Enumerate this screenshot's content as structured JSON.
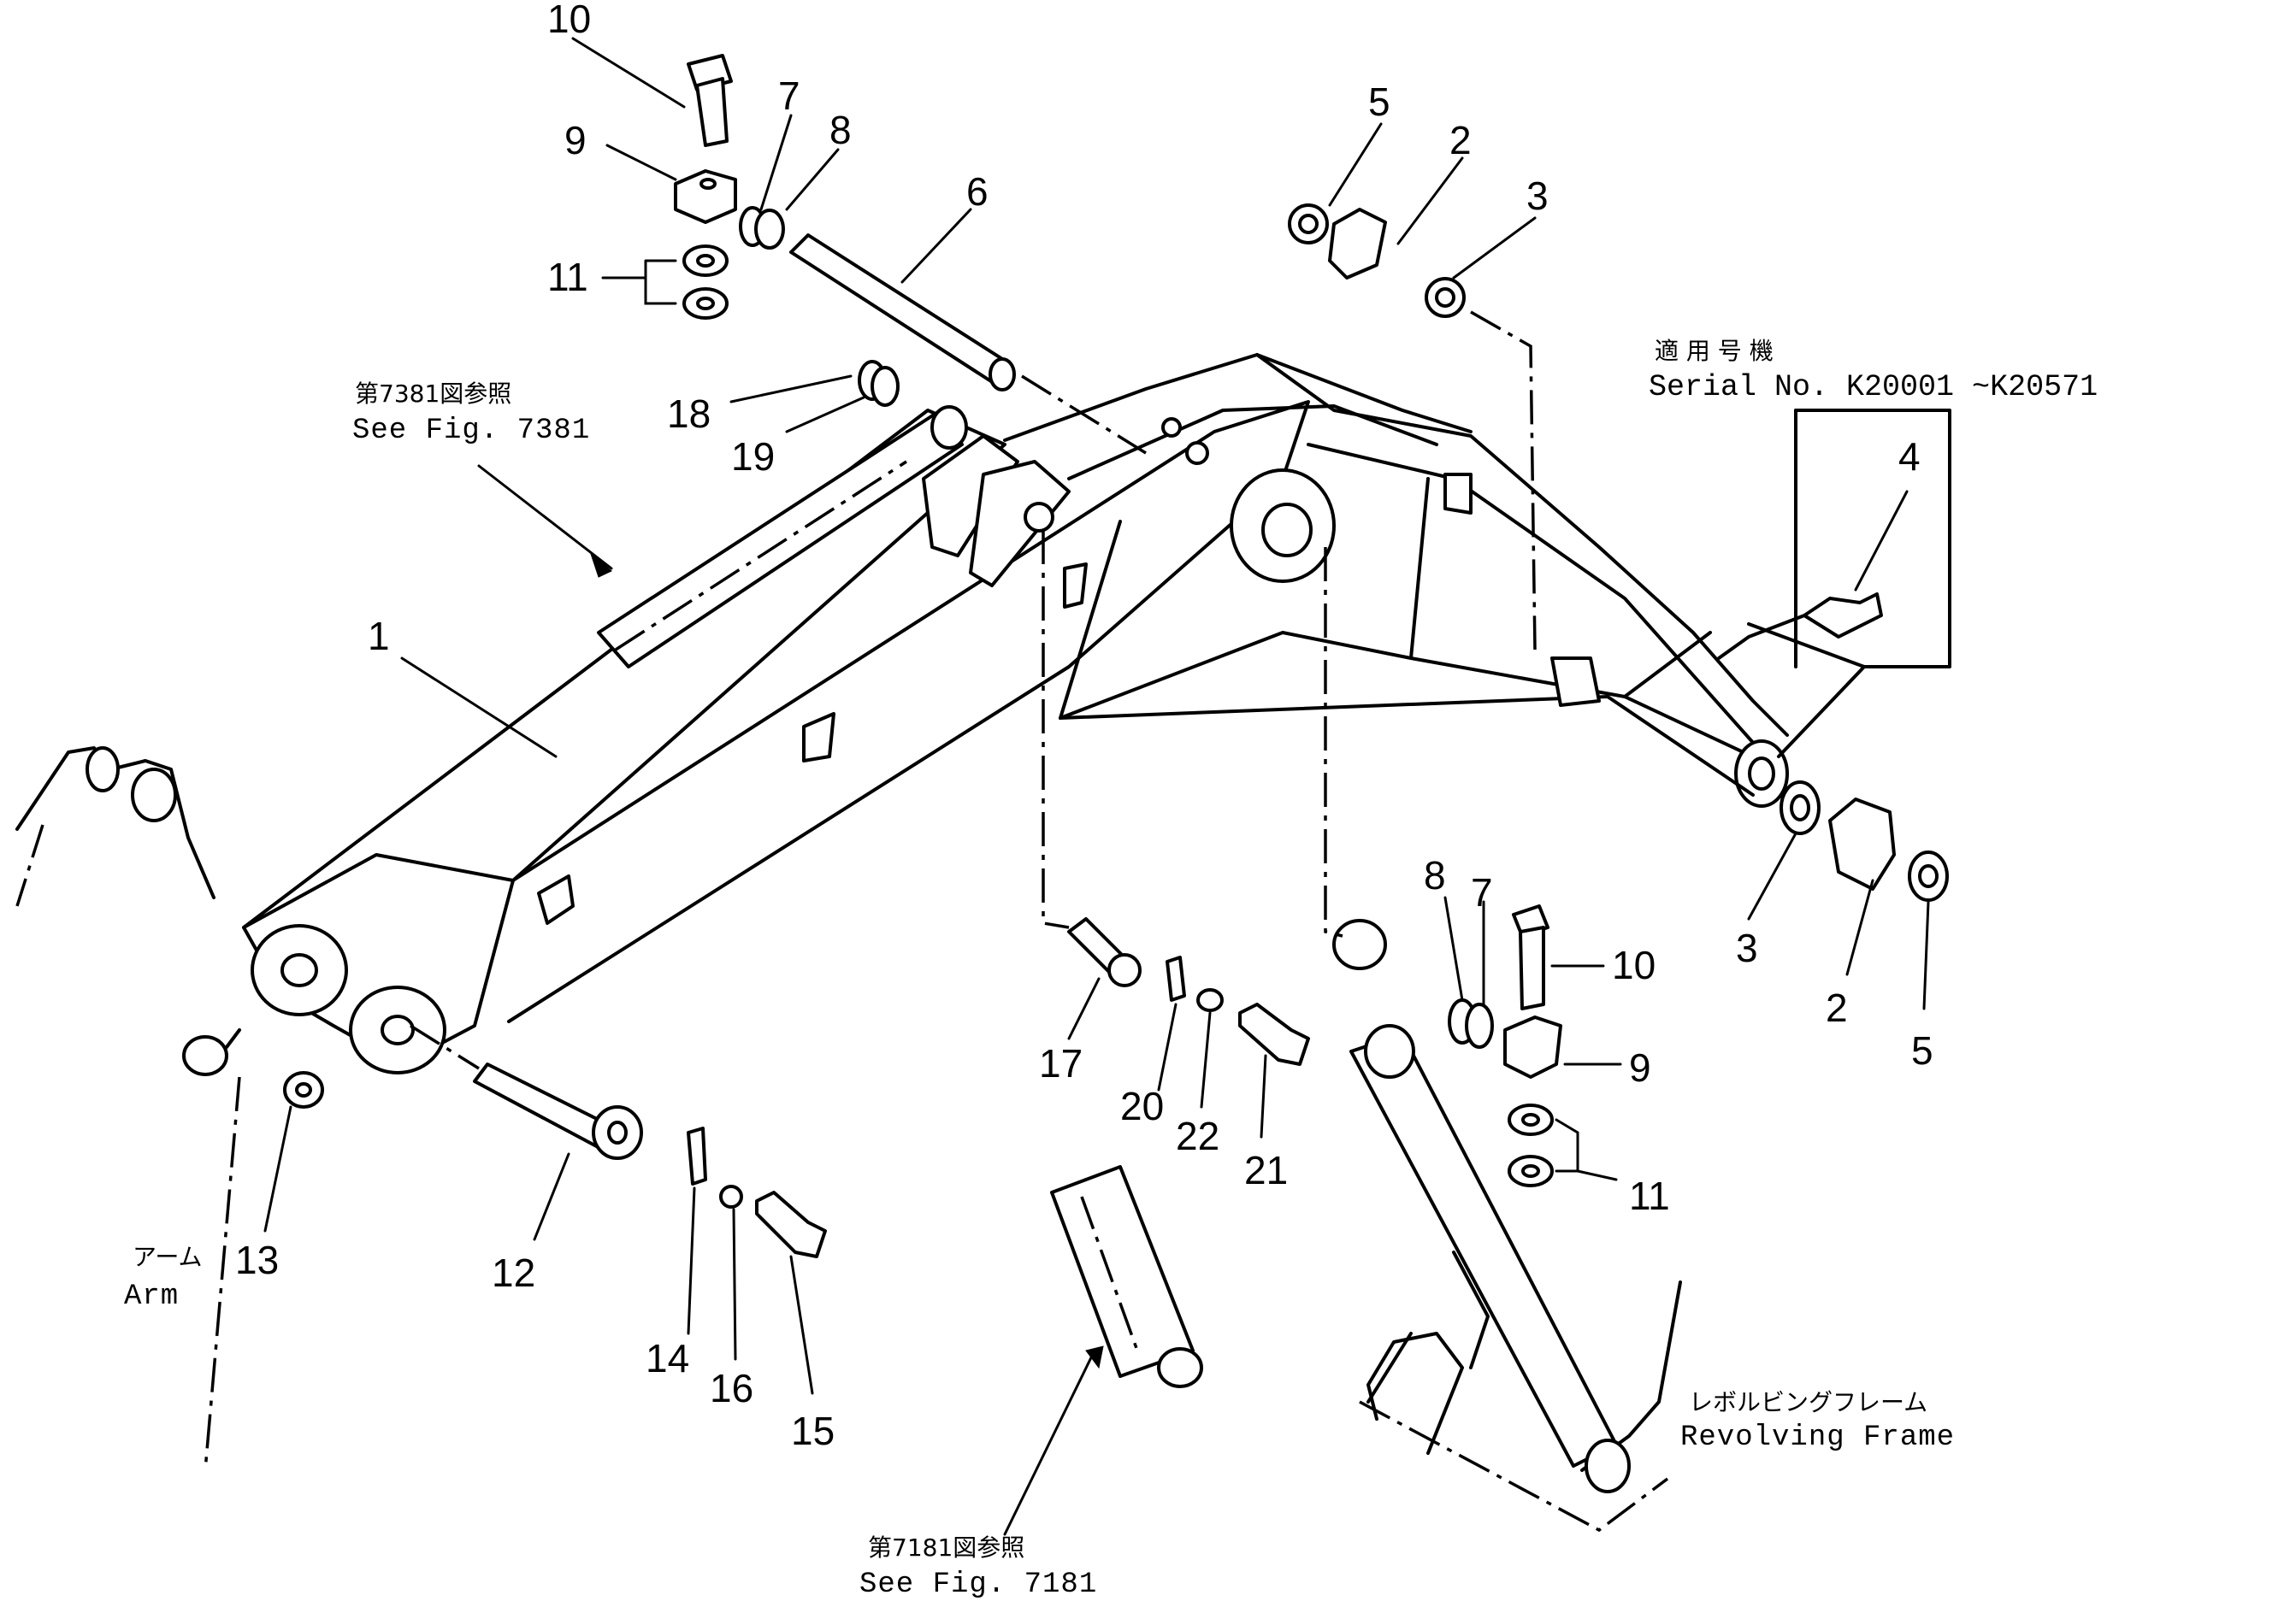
{
  "diagram": {
    "serial_box": {
      "jp": "適 用 号 機",
      "en": "Serial No. K20001 ~K20571"
    },
    "refs": {
      "fig7381_jp": "第7381図参照",
      "fig7381_en": "See Fig. 7381",
      "fig7181_jp": "第7181図参照",
      "fig7181_en": "See Fig. 7181",
      "arm_jp": "アーム",
      "arm_en": "Arm",
      "frame_jp": "レボルビングフレーム",
      "frame_en": "Revolving Frame"
    },
    "callouts": [
      {
        "id": "c10a",
        "text": "10"
      },
      {
        "id": "c9a",
        "text": "9"
      },
      {
        "id": "c7a",
        "text": "7"
      },
      {
        "id": "c8a",
        "text": "8"
      },
      {
        "id": "c11a",
        "text": "11"
      },
      {
        "id": "c6",
        "text": "6"
      },
      {
        "id": "c18",
        "text": "18"
      },
      {
        "id": "c19",
        "text": "19"
      },
      {
        "id": "c1",
        "text": "1"
      },
      {
        "id": "c5a",
        "text": "5"
      },
      {
        "id": "c2a",
        "text": "2"
      },
      {
        "id": "c3a",
        "text": "3"
      },
      {
        "id": "c4",
        "text": "4"
      },
      {
        "id": "c3b",
        "text": "3"
      },
      {
        "id": "c2b",
        "text": "2"
      },
      {
        "id": "c5b",
        "text": "5"
      },
      {
        "id": "c8b",
        "text": "8"
      },
      {
        "id": "c7b",
        "text": "7"
      },
      {
        "id": "c10b",
        "text": "10"
      },
      {
        "id": "c9b",
        "text": "9"
      },
      {
        "id": "c11b",
        "text": "11"
      },
      {
        "id": "c17",
        "text": "17"
      },
      {
        "id": "c20",
        "text": "20"
      },
      {
        "id": "c22",
        "text": "22"
      },
      {
        "id": "c21",
        "text": "21"
      },
      {
        "id": "c13",
        "text": "13"
      },
      {
        "id": "c12",
        "text": "12"
      },
      {
        "id": "c14",
        "text": "14"
      },
      {
        "id": "c16",
        "text": "16"
      },
      {
        "id": "c15",
        "text": "15"
      }
    ]
  }
}
